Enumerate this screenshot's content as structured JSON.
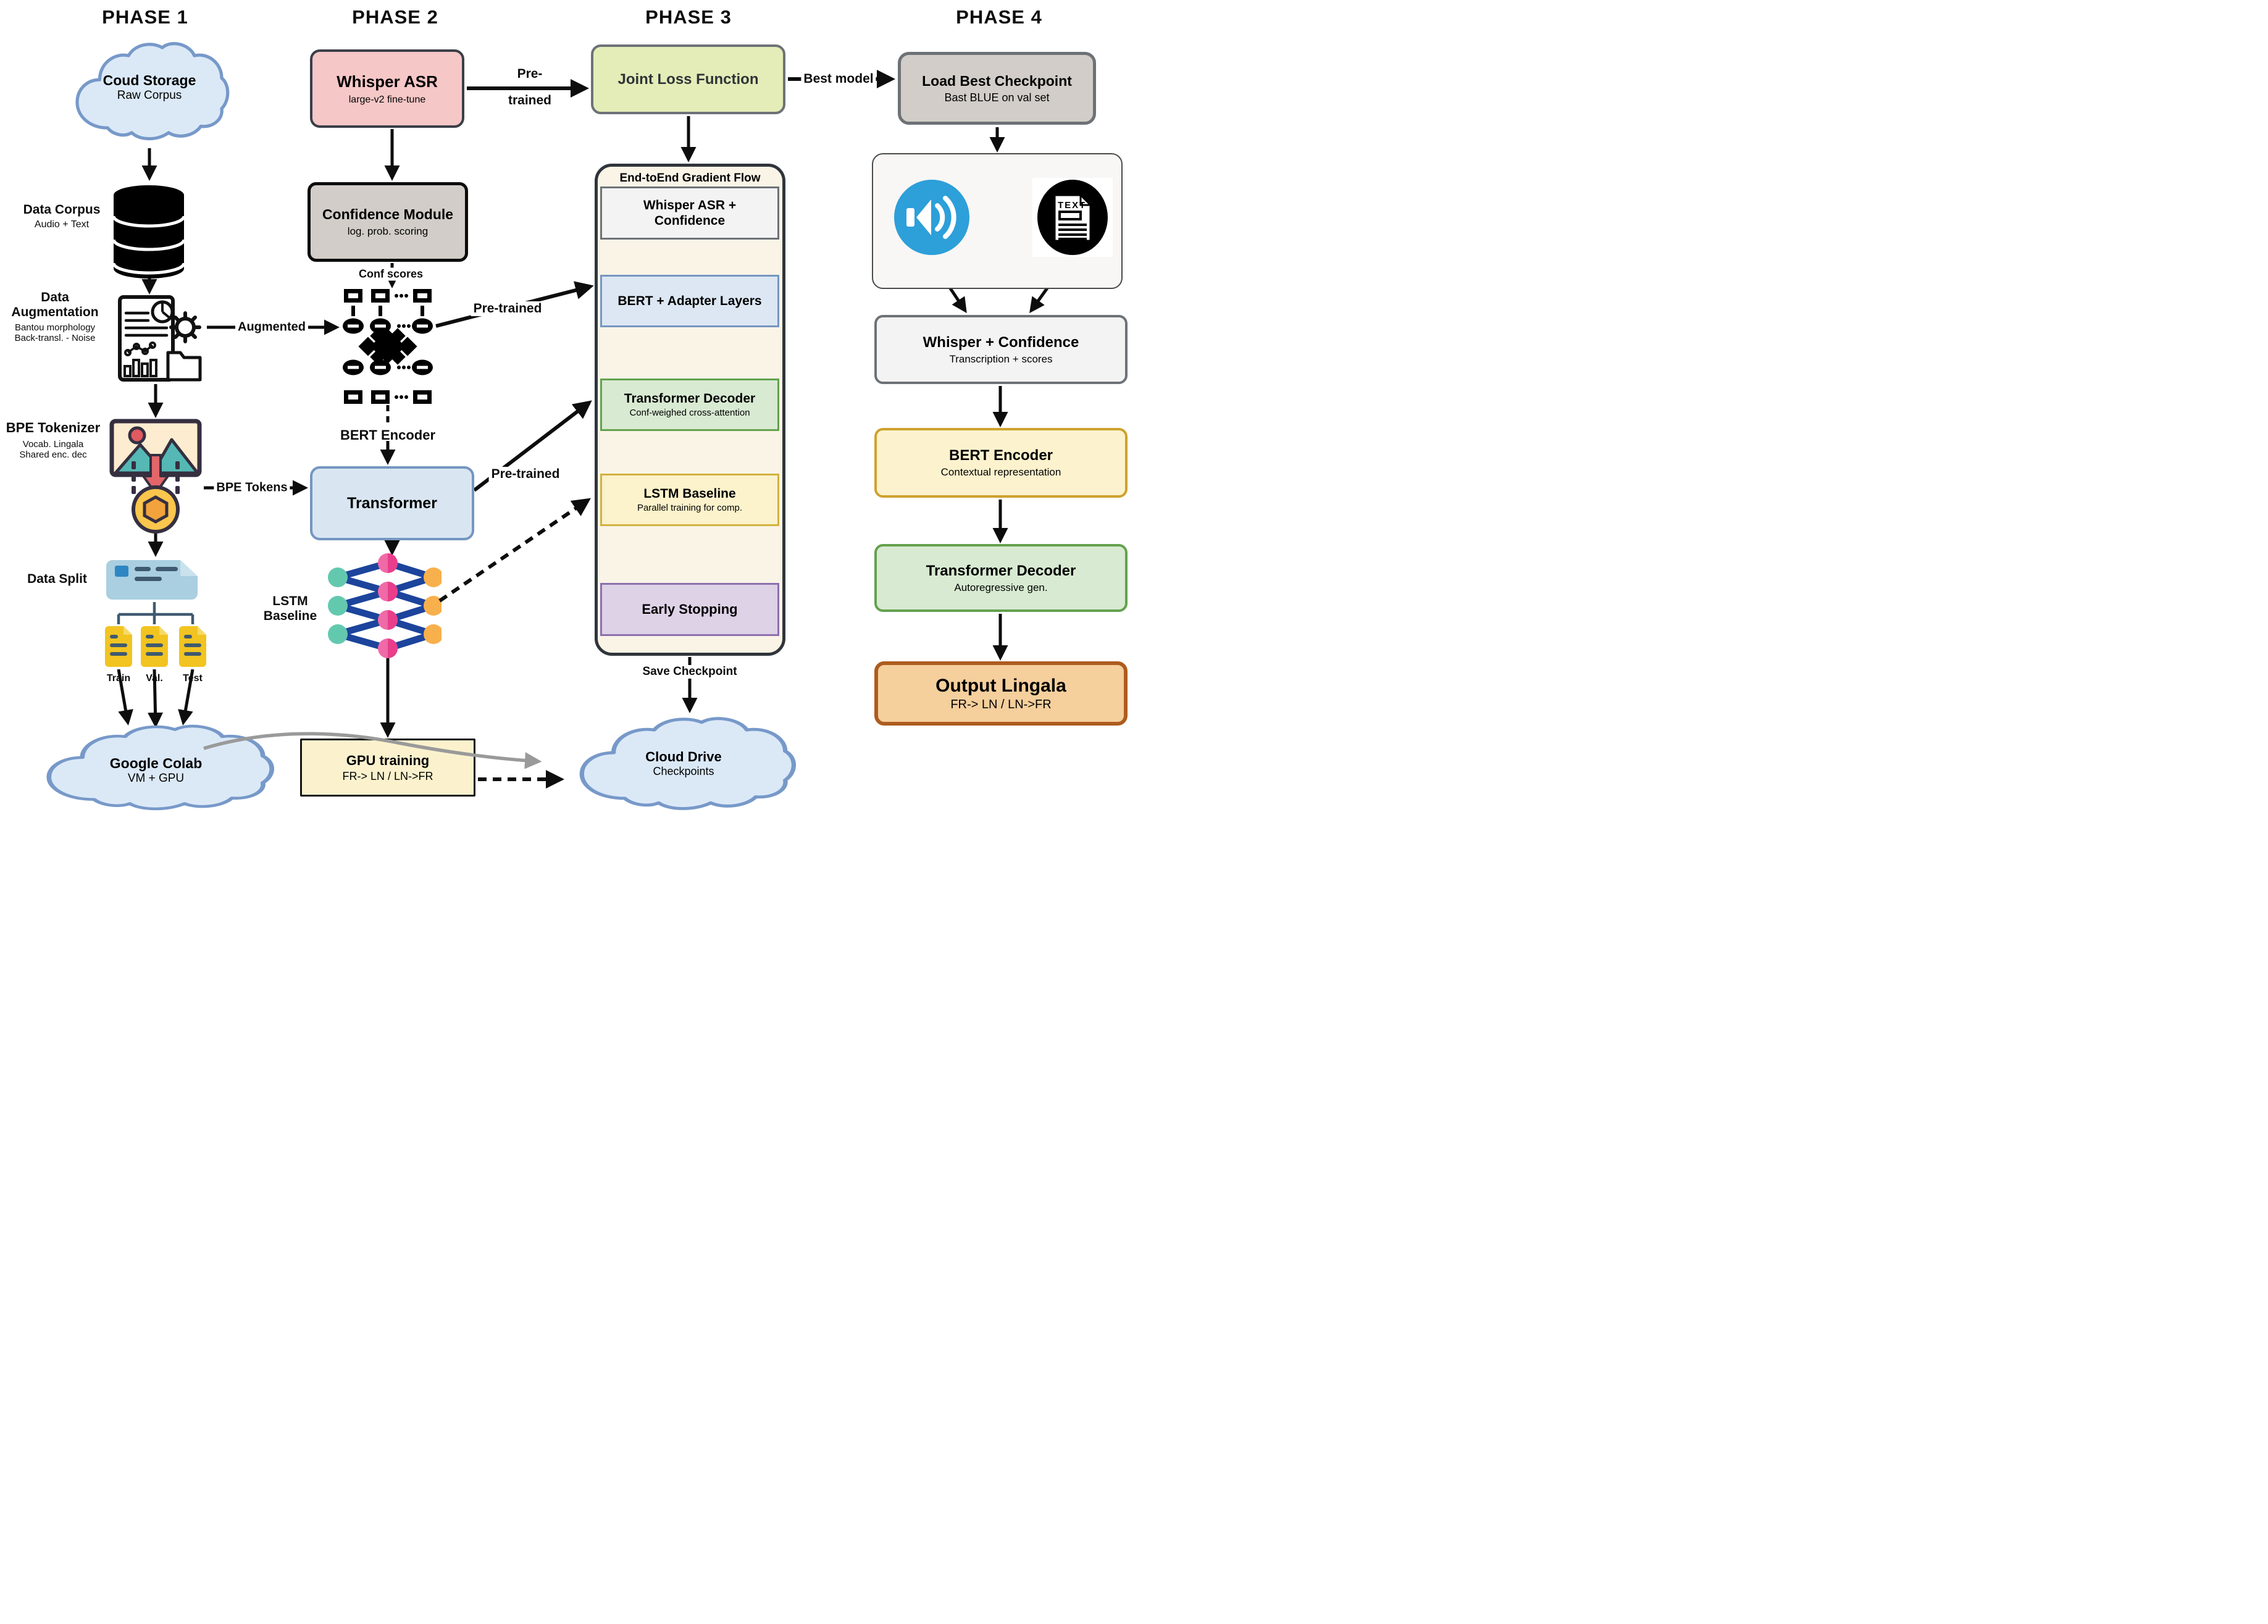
{
  "headers": {
    "phase1": "PHASE 1",
    "phase2": "PHASE 2",
    "phase3": "PHASE 3",
    "phase4": "PHASE 4"
  },
  "phase1": {
    "cloud_storage": {
      "title": "Coud Storage",
      "subtitle": "Raw Corpus"
    },
    "data_corpus": {
      "title": "Data Corpus",
      "subtitle": "Audio + Text"
    },
    "data_augmentation": {
      "line1": "Data",
      "line2": "Augmentation",
      "sub1": "Bantou morphology",
      "sub2": "Back-transl. - Noise"
    },
    "bpe_tokenizer": {
      "title": "BPE Tokenizer",
      "sub1": "Vocab. Lingala",
      "sub2": "Shared enc. dec"
    },
    "data_split": {
      "title": "Data Split"
    },
    "split_labels": [
      "Train",
      "Val.",
      "Test"
    ],
    "google_colab": {
      "title": "Google Colab",
      "subtitle": "VM + GPU"
    }
  },
  "phase2": {
    "whisper_asr": {
      "title": "Whisper ASR",
      "subtitle": "large-v2 fine-tune"
    },
    "confidence_module": {
      "title": "Confidence Module",
      "subtitle": "log. prob. scoring"
    },
    "bert_encoder_caption": "BERT Encoder",
    "transformer": {
      "title": "Transformer"
    },
    "lstm_caption": {
      "line1": "LSTM",
      "line2": "Baseline"
    },
    "gpu_training": {
      "title": "GPU training",
      "subtitle": "FR-> LN / LN->FR"
    }
  },
  "phase3": {
    "joint_loss": {
      "title": "Joint Loss Function"
    },
    "gradient_flow": {
      "title": "End-toEnd Gradient Flow",
      "steps": [
        {
          "title": "Whisper ASR + Confidence"
        },
        {
          "title": "BERT + Adapter Layers"
        },
        {
          "title": "Transformer Decoder",
          "subtitle": "Conf-weighed cross-attention"
        },
        {
          "title": "LSTM Baseline",
          "subtitle": "Parallel training for comp."
        },
        {
          "title": "Early Stopping"
        }
      ]
    },
    "cloud_drive": {
      "title": "Cloud Drive",
      "subtitle": "Checkpoints"
    }
  },
  "phase4": {
    "load_best_checkpoint": {
      "title": "Load Best Checkpoint",
      "subtitle": "Bast BLUE on val set"
    },
    "text_icon_label": "TEXT",
    "whisper_confidence": {
      "title": "Whisper + Confidence",
      "subtitle": "Transcription + scores"
    },
    "bert_encoder": {
      "title": "BERT Encoder",
      "subtitle": "Contextual representation"
    },
    "transformer_decoder": {
      "title": "Transformer Decoder",
      "subtitle": "Autoregressive gen."
    },
    "output_lingala": {
      "title": "Output Lingala",
      "subtitle": "FR-> LN / LN->FR"
    }
  },
  "edge_labels": {
    "pretrained_1a": "Pre-",
    "pretrained_1b": "trained",
    "pretrained_2": "Pre-trained",
    "pretrained_3": "Pre-trained",
    "augmented": "Augmented",
    "bpe_tokens": "BPE Tokens",
    "conf_scores": "Conf scores",
    "best_model": "Best model",
    "save_checkpoint": "Save Checkpoint"
  },
  "icons": {
    "cloud_storage": "cloud-icon",
    "data_corpus": "database-icon",
    "data_augmentation": "report-gear-icon",
    "bpe_tokenizer": "image-token-coin-icon",
    "data_split": "note-card-icon",
    "split_file": "yellow-file-icon",
    "bert_encoder": "bert-network-icon",
    "lstm": "neural-network-icon",
    "audio": "speaker-icon",
    "text": "text-document-icon"
  },
  "colors": {
    "cloud_fill": "#dbe9f7",
    "cloud_stroke": "#7799c9",
    "pink_box": "#f6c7c7",
    "gray_box": "#d2cdc8",
    "joint_green": "#e4ecb8",
    "blue_box": "#d9e6f2",
    "cream": "#faf4e7",
    "adapter_blue": "#dce7f3",
    "decoder_green": "#d8ead2",
    "lstm_yellow": "#fcf2cb",
    "early_purple": "#ded2e7",
    "gpu_yellow": "#fbf2cd",
    "output_orange": "#f5cf9c",
    "bert4_yellow": "#fcf2cd",
    "teal_node": "#63c9ae",
    "pink_node": "#e83e8c",
    "orange_node": "#f8b04c",
    "edge_blue": "#1c449c",
    "audio_blue": "#2d9fd9"
  }
}
